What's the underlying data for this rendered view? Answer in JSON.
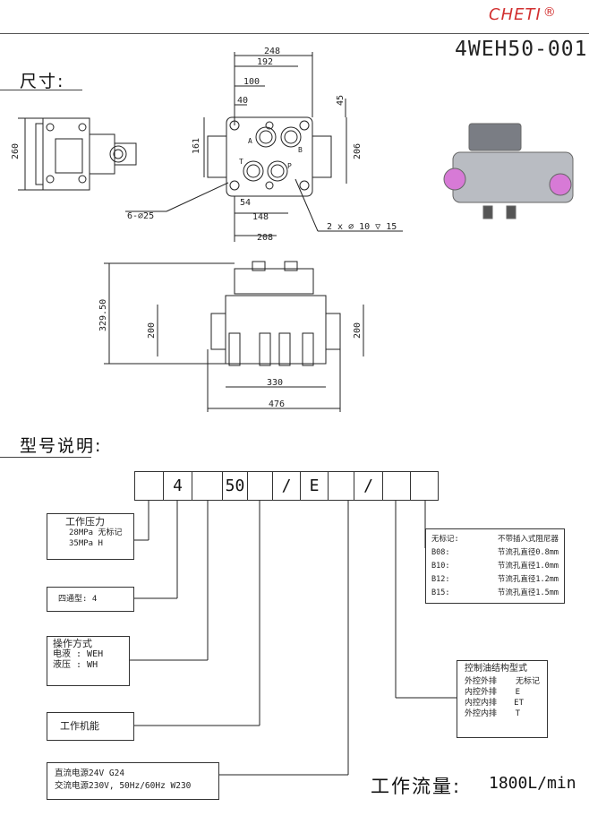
{
  "header": {
    "logo": "CHETI",
    "registered": "®",
    "model": "4WEH50-001"
  },
  "sections": {
    "dimensions_title": "尺寸:",
    "model_title": "型号说明:"
  },
  "drawing": {
    "dims_top_view": [
      "248",
      "192",
      "100",
      "40",
      "45",
      "161",
      "206",
      "54",
      "148",
      "208"
    ],
    "callout_holes": "6-∅25",
    "callout_pins": "2 x ∅ 10 ▽ 15",
    "port_labels": [
      "A",
      "B",
      "T",
      "P"
    ],
    "side_view_dim": "260",
    "front_view_dims": [
      "329.50",
      "200",
      "200",
      "330",
      "476"
    ]
  },
  "code_cells": [
    "",
    "4",
    "",
    "50",
    "",
    "/",
    "E",
    "",
    "/",
    "",
    ""
  ],
  "legend": {
    "pressure": {
      "title": "工作压力",
      "lines": [
        "28MPa 无标记",
        "35MPa    H"
      ]
    },
    "type": "四通型:  4",
    "operation": {
      "title": "操作方式",
      "lines": [
        "电液 :    WEH",
        "液压 :    WH"
      ]
    },
    "function": "工作机能",
    "power": [
      "直流电源24V       G24",
      "交流电源230V, 50Hz/60Hz    W230"
    ],
    "pilot": {
      "title": "控制油结构型式",
      "rows": [
        [
          "外控外排",
          "无标记"
        ],
        [
          "内控外排",
          "E"
        ],
        [
          "内控内排",
          "ET"
        ],
        [
          "外控内排",
          "T"
        ]
      ]
    },
    "damper": {
      "rows": [
        [
          "无标记:",
          "不带插入式阻尼器"
        ],
        [
          "B08:",
          "节流孔直径0.8mm"
        ],
        [
          "B10:",
          "节流孔直径1.0mm"
        ],
        [
          "B12:",
          "节流孔直径1.2mm"
        ],
        [
          "B15:",
          "节流孔直径1.5mm"
        ]
      ]
    }
  },
  "flow": {
    "label": "工作流量:",
    "value": "1800L/min"
  }
}
